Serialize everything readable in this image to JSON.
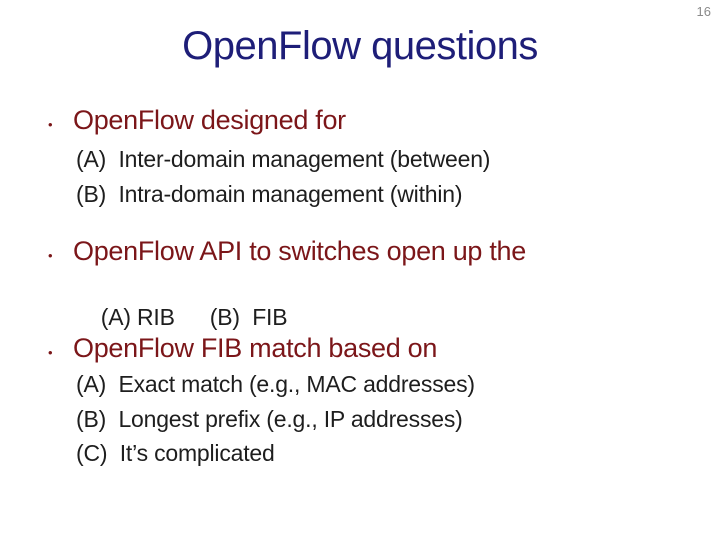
{
  "page_number": "16",
  "title": "OpenFlow questions",
  "bullet_glyph": "●",
  "colors": {
    "title": "#1e1e78",
    "heading": "#7b1619",
    "body": "#1e1e1e",
    "page_number": "#8a8a8a",
    "background": "#ffffff"
  },
  "sections": [
    {
      "heading": "OpenFlow designed for",
      "options": [
        "(A)  Inter-domain management (between)",
        "(B)  Intra-domain management (within)"
      ]
    },
    {
      "heading": "OpenFlow API to switches open up the",
      "options": [
        "(A) RIB",
        "(B)  FIB"
      ]
    },
    {
      "heading": "OpenFlow FIB match based on",
      "options": [
        "(A)  Exact match (e.g., MAC addresses)",
        "(B)  Longest prefix (e.g., IP addresses)",
        "(C)  It’s complicated"
      ]
    }
  ]
}
